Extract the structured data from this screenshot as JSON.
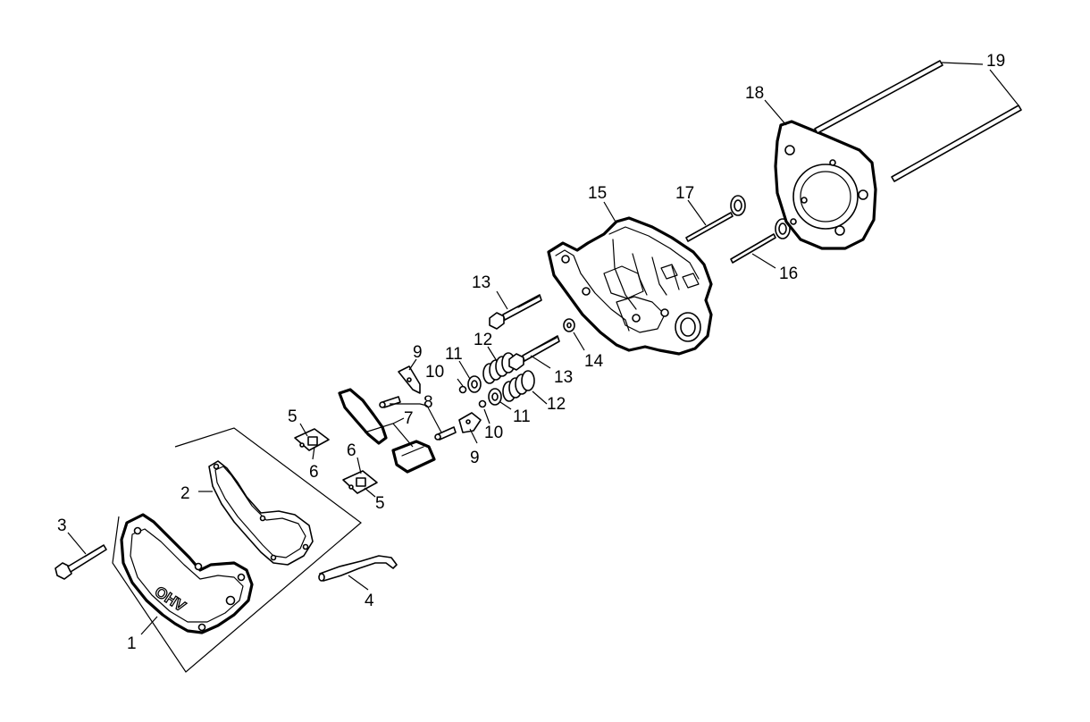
{
  "callouts": {
    "c1": "1",
    "c2": "2",
    "c3": "3",
    "c4": "4",
    "c5a": "5",
    "c5b": "5",
    "c6a": "6",
    "c6b": "6",
    "c7": "7",
    "c8": "8",
    "c9a": "9",
    "c9b": "9",
    "c10a": "10",
    "c10b": "10",
    "c11a": "11",
    "c11b": "11",
    "c12a": "12",
    "c12b": "12",
    "c13a": "13",
    "c13b": "13",
    "c14": "14",
    "c15": "15",
    "c16": "16",
    "c17": "17",
    "c18": "18",
    "c19": "19"
  },
  "cover_marking": "OHV"
}
